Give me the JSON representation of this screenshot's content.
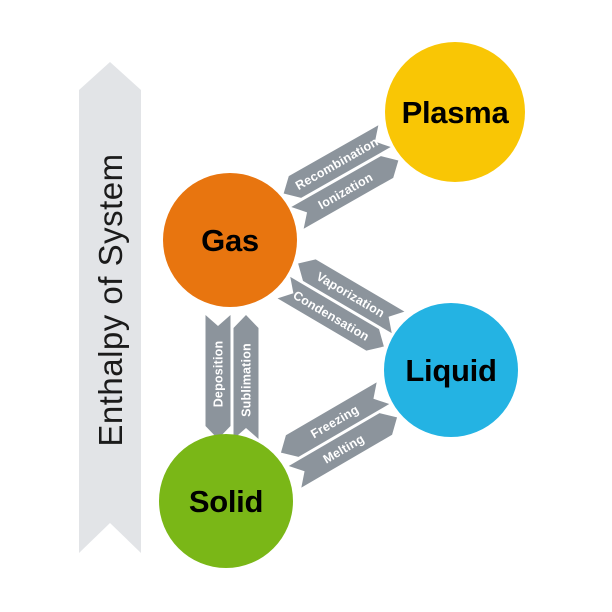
{
  "axis": {
    "label": "Enthalpy of System",
    "arrow_color": "#E2E4E7",
    "text_color": "#1B1B1B"
  },
  "states": [
    {
      "id": "plasma",
      "label": "Plasma",
      "color": "#F9C605"
    },
    {
      "id": "gas",
      "label": "Gas",
      "color": "#E8750F"
    },
    {
      "id": "liquid",
      "label": "Liquid",
      "color": "#24B3E3"
    },
    {
      "id": "solid",
      "label": "Solid",
      "color": "#7AB717"
    }
  ],
  "transitions": [
    {
      "id": "recombination",
      "label": "Recombination",
      "from": "Plasma",
      "to": "Gas"
    },
    {
      "id": "ionization",
      "label": "Ionization",
      "from": "Gas",
      "to": "Plasma"
    },
    {
      "id": "vaporization",
      "label": "Vaporization",
      "from": "Liquid",
      "to": "Gas"
    },
    {
      "id": "condensation",
      "label": "Condensation",
      "from": "Gas",
      "to": "Liquid"
    },
    {
      "id": "deposition",
      "label": "Deposition",
      "from": "Gas",
      "to": "Solid"
    },
    {
      "id": "sublimation",
      "label": "Sublimation",
      "from": "Solid",
      "to": "Gas"
    },
    {
      "id": "freezing",
      "label": "Freezing",
      "from": "Liquid",
      "to": "Solid"
    },
    {
      "id": "melting",
      "label": "Melting",
      "from": "Solid",
      "to": "Liquid"
    }
  ],
  "ribbon_color": "#8C949C",
  "ribbon_text_color": "#FFFFFF",
  "background_color": "#FFFFFF"
}
